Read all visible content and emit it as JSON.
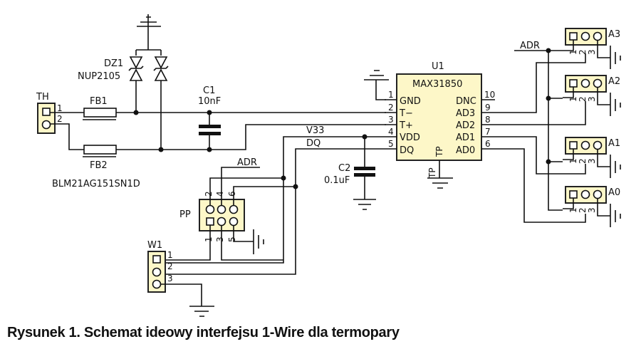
{
  "caption": "Rysunek 1. Schemat ideowy interfejsu 1-Wire dla termopary",
  "components": {
    "th": {
      "ref": "TH",
      "pins": [
        "1",
        "2"
      ]
    },
    "fb1": {
      "ref": "FB1"
    },
    "fb2": {
      "ref": "FB2"
    },
    "fb_part": "BLM21AG151SN1D",
    "dz1": {
      "ref": "DZ1",
      "value": "NUP2105"
    },
    "c1": {
      "ref": "C1",
      "value": "10nF"
    },
    "c2": {
      "ref": "C2",
      "value": "0.1uF"
    },
    "u1": {
      "ref": "U1",
      "part": "MAX31850",
      "left_pins": [
        {
          "num": "1",
          "name": "GND"
        },
        {
          "num": "2",
          "name": "T−"
        },
        {
          "num": "3",
          "name": "T+"
        },
        {
          "num": "4",
          "name": "VDD"
        },
        {
          "num": "5",
          "name": "DQ"
        }
      ],
      "right_pins": [
        {
          "num": "10",
          "name": "DNC"
        },
        {
          "num": "9",
          "name": "AD3"
        },
        {
          "num": "8",
          "name": "AD2"
        },
        {
          "num": "7",
          "name": "AD1"
        },
        {
          "num": "6",
          "name": "AD0"
        }
      ],
      "tp_label": "TP"
    },
    "pp": {
      "ref": "PP",
      "top_pins": [
        "2",
        "4",
        "6"
      ],
      "bottom_pins": [
        "1",
        "3",
        "5"
      ]
    },
    "w1": {
      "ref": "W1",
      "pins": [
        "1",
        "2",
        "3"
      ]
    },
    "jumpers": [
      {
        "ref": "A3"
      },
      {
        "ref": "A2"
      },
      {
        "ref": "A1"
      },
      {
        "ref": "A0"
      }
    ],
    "jumper_pins": [
      "1",
      "2",
      "3"
    ]
  },
  "nets": {
    "v33": "V33",
    "dq": "DQ",
    "adr": "ADR",
    "tp": "TP"
  }
}
